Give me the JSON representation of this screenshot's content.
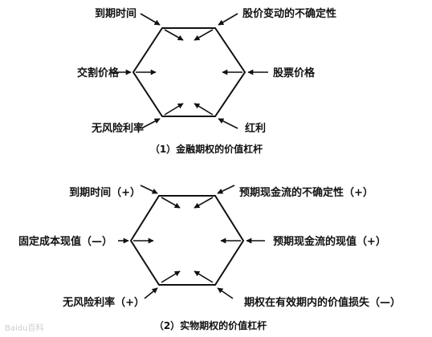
{
  "colors": {
    "ink": "#111111",
    "watermark": "#cccccc"
  },
  "diagram1": {
    "caption": "（1）金融期权的价值杠杆",
    "labels": {
      "top_left": "到期时间",
      "top_right": "股价变动的不确定性",
      "left": "交割价格",
      "right": "股票价格",
      "bottom_left": "无风险利率",
      "bottom_right": "红利"
    }
  },
  "diagram2": {
    "caption": "（2）实物期权的价值杠杆",
    "labels": {
      "top_left": "到期时间（+）",
      "top_right": "预期现金流的不确定性（+）",
      "left": "固定成本现值（—）",
      "right": "预期现金流的现值（+）",
      "bottom_left": "无风险利率（+）",
      "bottom_right": "期权在有效期内的价值损失（—）"
    }
  },
  "watermark": {
    "text": "Baidu百科"
  }
}
